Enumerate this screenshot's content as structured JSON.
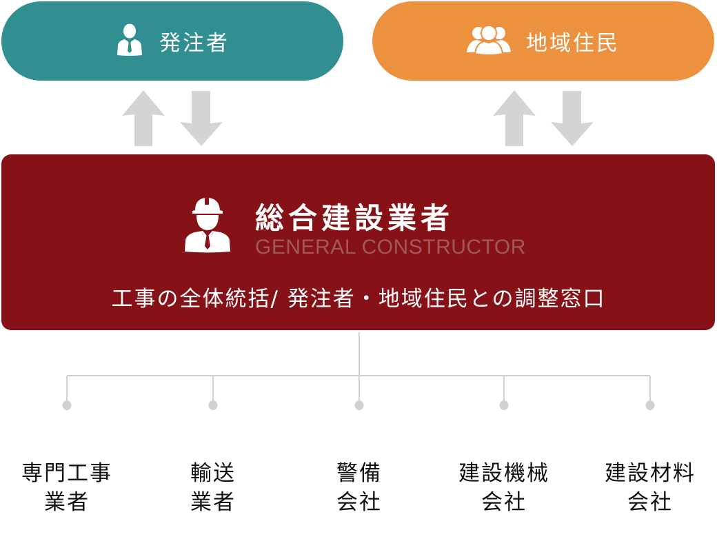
{
  "top_nodes": [
    {
      "label": "発注者",
      "icon": "person-business-icon",
      "color": "#318f91"
    },
    {
      "label": "地域住民",
      "icon": "group-people-icon",
      "color": "#ec913d"
    }
  ],
  "general_contractor": {
    "title": "総合建設業者",
    "subtitle": "GENERAL CONSTRUCTOR",
    "description": "工事の全体統括/ 発注者・地域住民との調整窓口",
    "icon": "construction-worker-icon",
    "color": "#861218"
  },
  "subcontractors": [
    {
      "line1": "専門工事",
      "line2": "業者"
    },
    {
      "line1": "輸送",
      "line2": "業者"
    },
    {
      "line1": "警備",
      "line2": "会社"
    },
    {
      "line1": "建設機械",
      "line2": "会社"
    },
    {
      "line1": "建設材料",
      "line2": "会社"
    }
  ],
  "colors": {
    "arrow": "#d4d4d4",
    "connector": "#d0d0d0"
  }
}
